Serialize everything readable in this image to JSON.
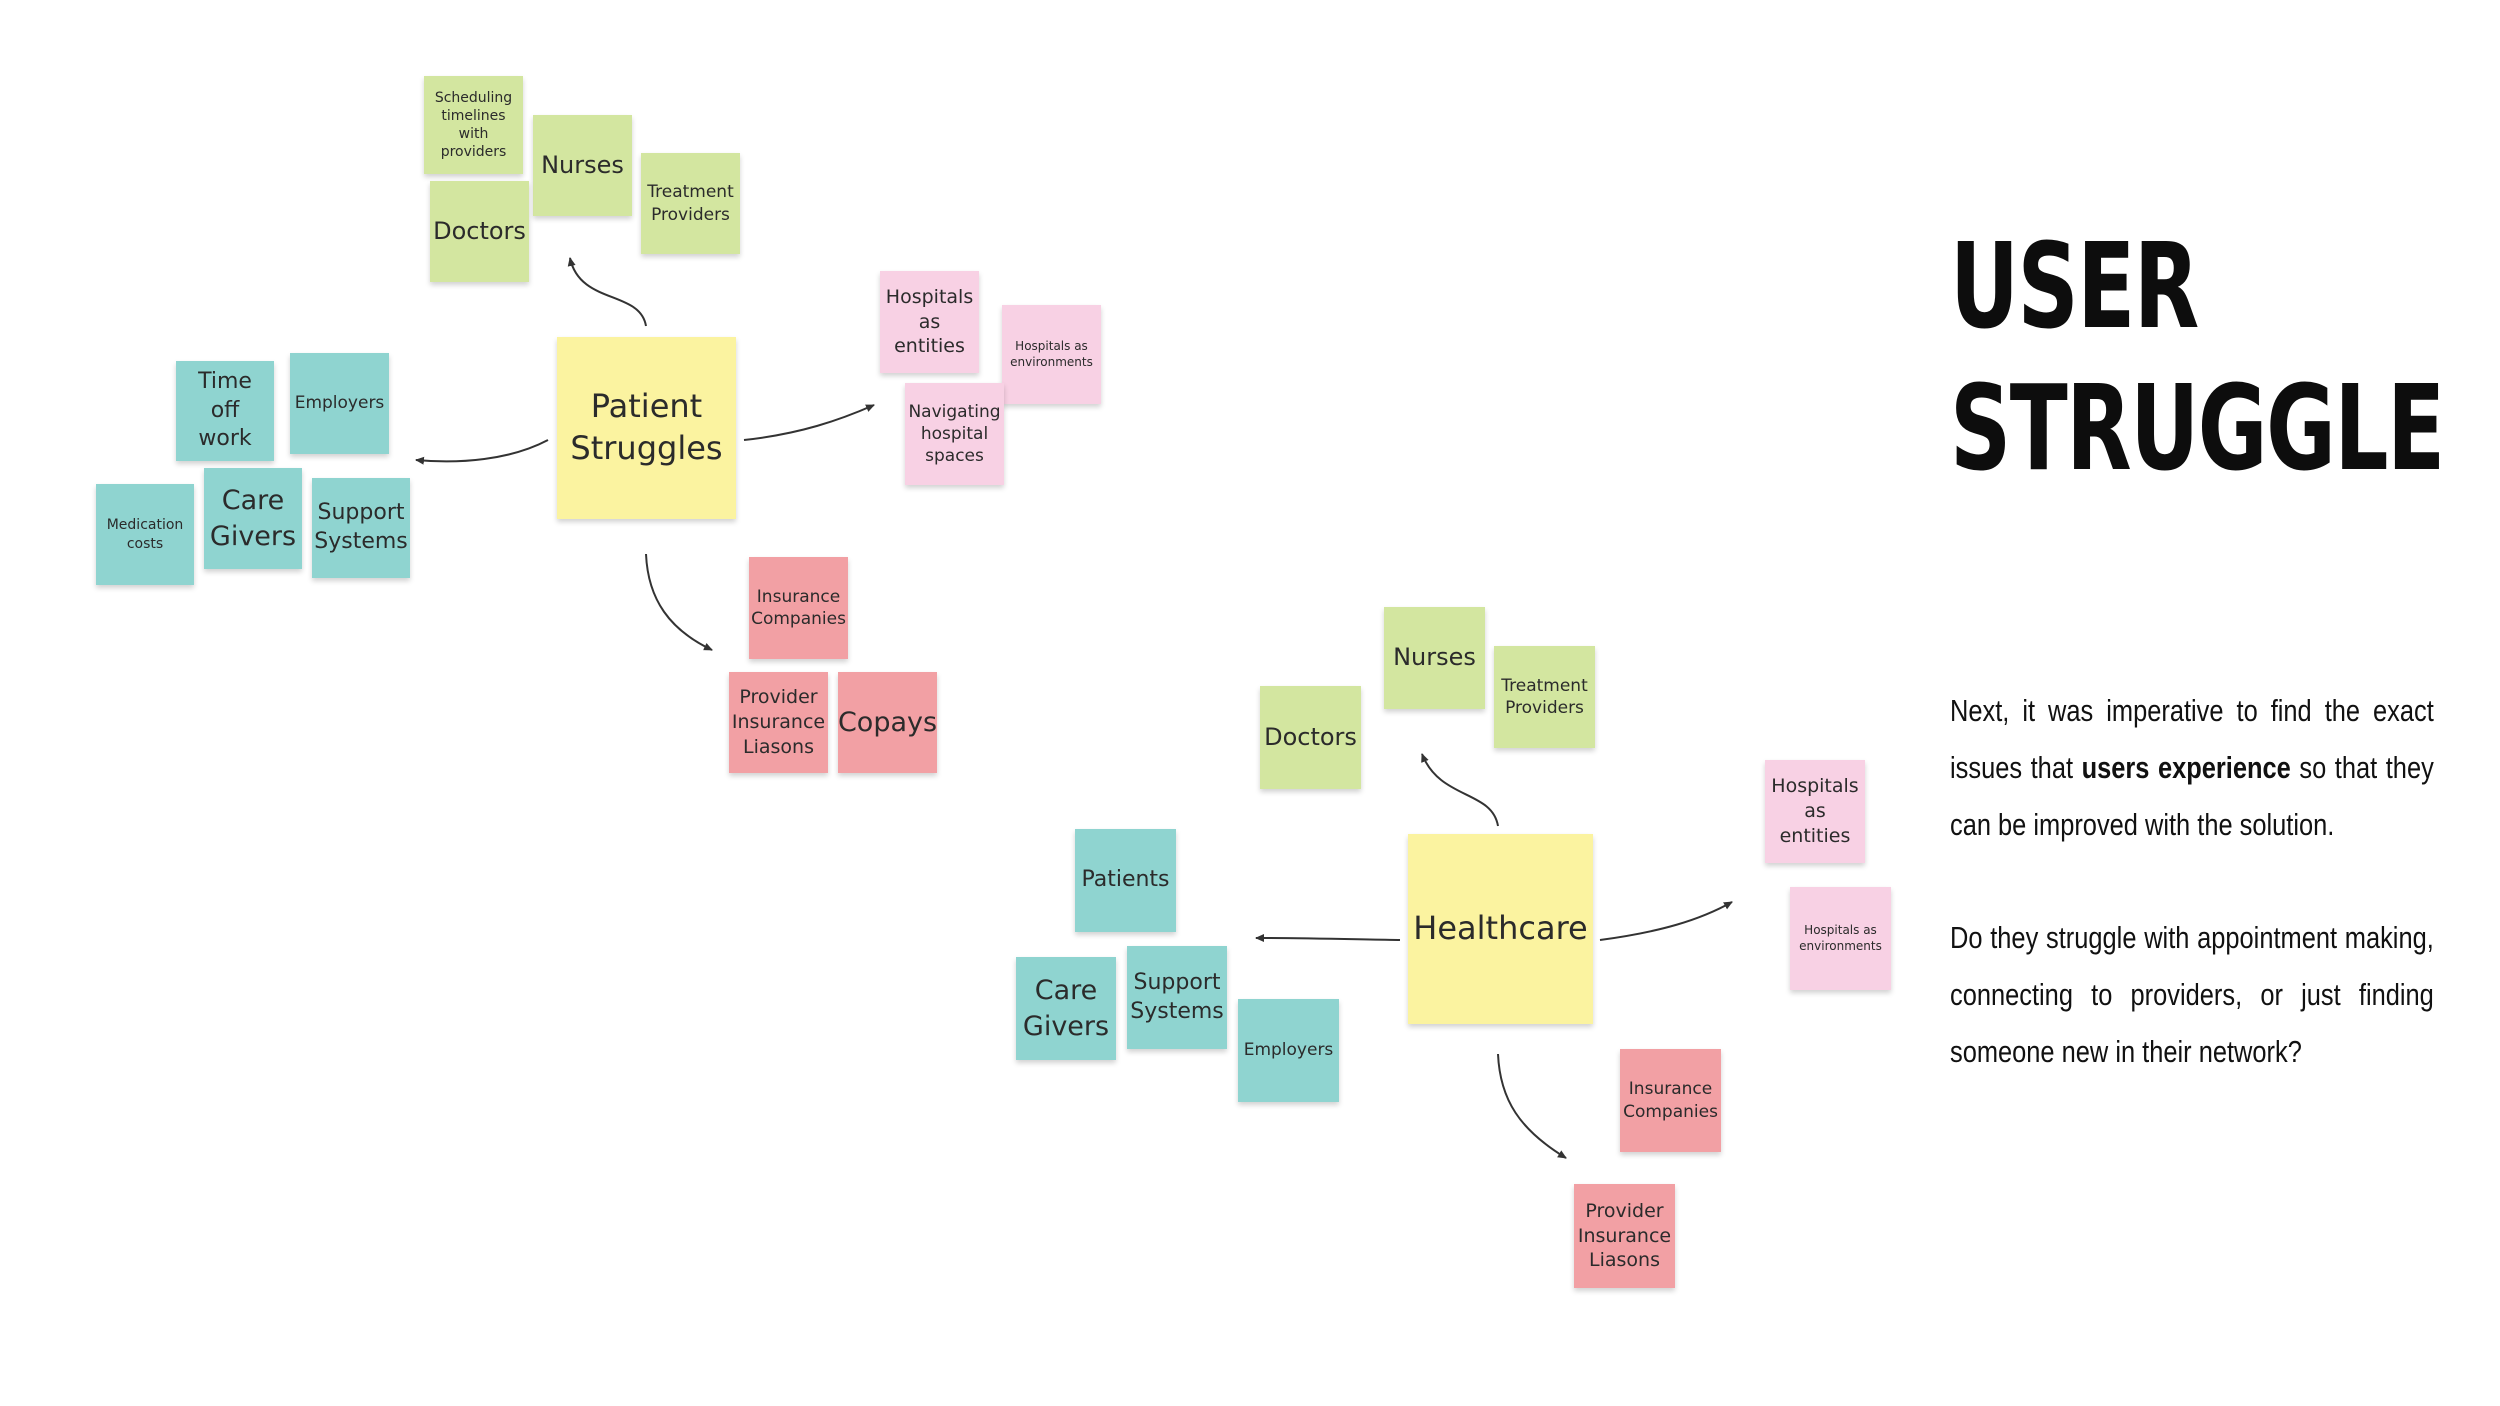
{
  "title": {
    "line1": "USER",
    "line2": "STRUGGLE"
  },
  "body": {
    "p1_before": "Next, it was imperative to find the exact issues that ",
    "p1_bold": "users experience",
    "p1_after": " so that they can be improved with the solution.",
    "p2": "Do they struggle with appointment making, connecting to providers, or just finding someone new in their network?"
  },
  "colors": {
    "green": "#d3e6a0",
    "yellow": "#fbf3a0",
    "pink": "#f8d1e4",
    "teal": "#8fd4d0",
    "red": "#f2a0a4",
    "arrow": "#333333"
  },
  "patient_cluster": {
    "center": "Patient\nStruggles",
    "providers": [
      "Scheduling\ntimelines\nwith\nproviders",
      "Nurses",
      "Treatment\nProviders",
      "Doctors"
    ],
    "environment": [
      "Hospitals\nas\nentities",
      "Hospitals as\nenvironments",
      "Navigating\nhospital\nspaces"
    ],
    "support": [
      "Time off\nwork",
      "Employers",
      "Medication\ncosts",
      "Care\nGivers",
      "Support\nSystems"
    ],
    "insurance": [
      "Insurance\nCompanies",
      "Provider\nInsurance\nLiasons",
      "Copays"
    ]
  },
  "healthcare_cluster": {
    "center": "Healthcare",
    "providers": [
      "Nurses",
      "Treatment\nProviders",
      "Doctors"
    ],
    "environment": [
      "Hospitals\nas\nentities",
      "Hospitals as\nenvironments"
    ],
    "support": [
      "Patients",
      "Care\nGivers",
      "Support\nSystems",
      "Employers"
    ],
    "insurance": [
      "Insurance\nCompanies",
      "Provider\nInsurance\nLiasons"
    ]
  }
}
